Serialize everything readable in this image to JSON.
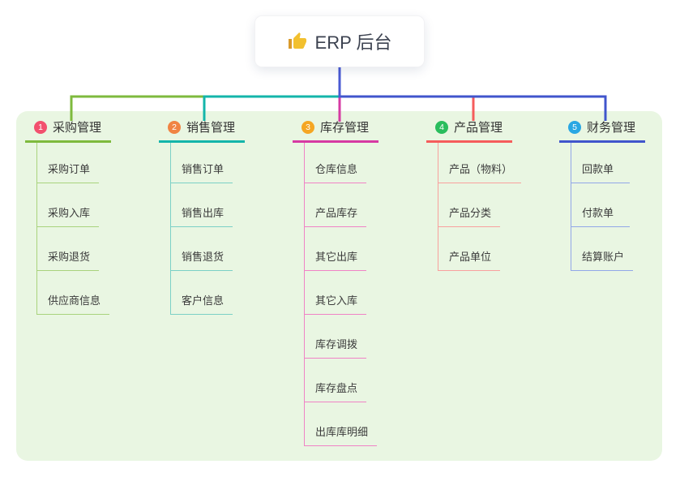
{
  "root": {
    "title": "ERP 后台",
    "icon": "thumbs-up"
  },
  "panel_color": "#e9f6e2",
  "root_connector_color": "#4a5ad3",
  "branches": [
    {
      "number": "1",
      "label": "采购管理",
      "badge_color": "#f2506e",
      "line_color": "#7eba3d",
      "sub_line_color": "#a9d37d",
      "items": [
        "采购订单",
        "采购入库",
        "采购退货",
        "供应商信息"
      ]
    },
    {
      "number": "2",
      "label": "销售管理",
      "badge_color": "#f08443",
      "line_color": "#13b5aa",
      "sub_line_color": "#7bd0c6",
      "items": [
        "销售订单",
        "销售出库",
        "销售退货",
        "客户信息"
      ]
    },
    {
      "number": "3",
      "label": "库存管理",
      "badge_color": "#f5a623",
      "line_color": "#d63aa3",
      "sub_line_color": "#f083c6",
      "items": [
        "仓库信息",
        "产品库存",
        "其它出库",
        "其它入库",
        "库存调拨",
        "库存盘点",
        "出库库明细"
      ]
    },
    {
      "number": "4",
      "label": "产品管理",
      "badge_color": "#2abd5d",
      "line_color": "#f55c5c",
      "sub_line_color": "#f9a09e",
      "items": [
        "产品（物料）",
        "产品分类",
        "产品单位"
      ]
    },
    {
      "number": "5",
      "label": "财务管理",
      "badge_color": "#2aa7e3",
      "line_color": "#4055cc",
      "sub_line_color": "#92a7e8",
      "items": [
        "回款单",
        "付款单",
        "结算账户"
      ]
    }
  ]
}
